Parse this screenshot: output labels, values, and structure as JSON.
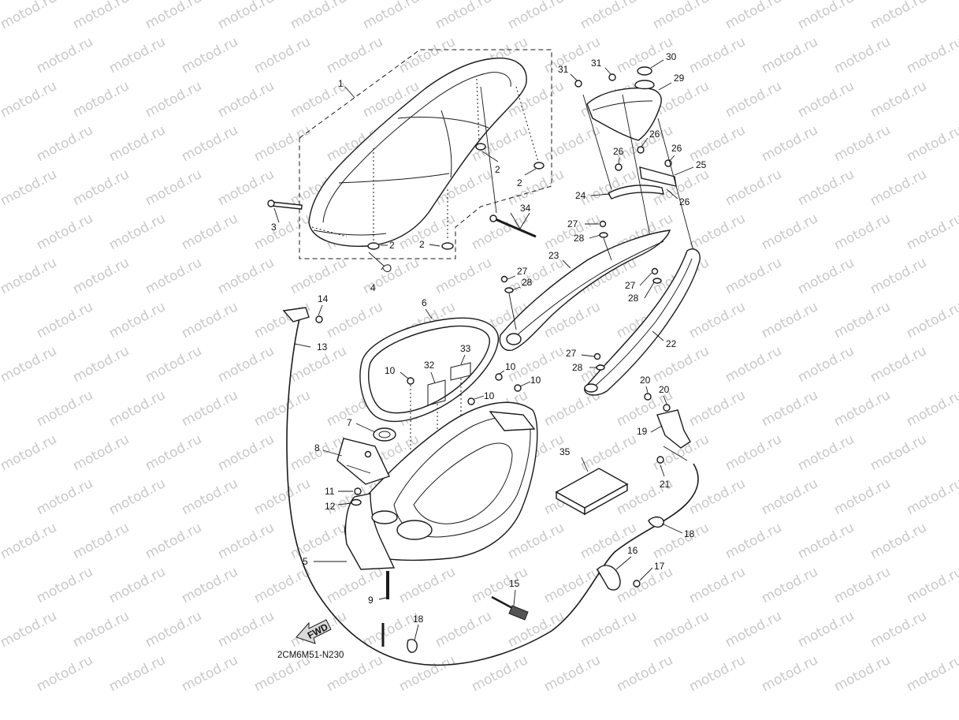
{
  "watermark": "motod.ru",
  "diagram_code": "2CM6M51-N230",
  "fwd_label": "FWD",
  "callouts": {
    "p1": "1",
    "p2a": "2",
    "p2b": "2",
    "p2c": "2",
    "p2d": "2",
    "p3": "3",
    "p4": "4",
    "p5": "5",
    "p6": "6",
    "p7": "7",
    "p8": "8",
    "p9": "9",
    "p10a": "10",
    "p10b": "10",
    "p10c": "10",
    "p10d": "10",
    "p11": "11",
    "p12": "12",
    "p13": "13",
    "p14": "14",
    "p15": "15",
    "p16": "16",
    "p17": "17",
    "p18a": "18",
    "p18b": "18",
    "p19": "19",
    "p20a": "20",
    "p20b": "20",
    "p21": "21",
    "p22": "22",
    "p23": "23",
    "p24": "24",
    "p25": "25",
    "p26a": "26",
    "p26b": "26",
    "p26c": "26",
    "p26d": "26",
    "p27a": "27",
    "p27b": "27",
    "p27c": "27",
    "p27d": "27",
    "p28a": "28",
    "p28b": "28",
    "p28c": "28",
    "p28d": "28",
    "p29": "29",
    "p30": "30",
    "p31a": "31",
    "p31b": "31",
    "p32": "32",
    "p33": "33",
    "p34": "34",
    "p35": "35"
  }
}
